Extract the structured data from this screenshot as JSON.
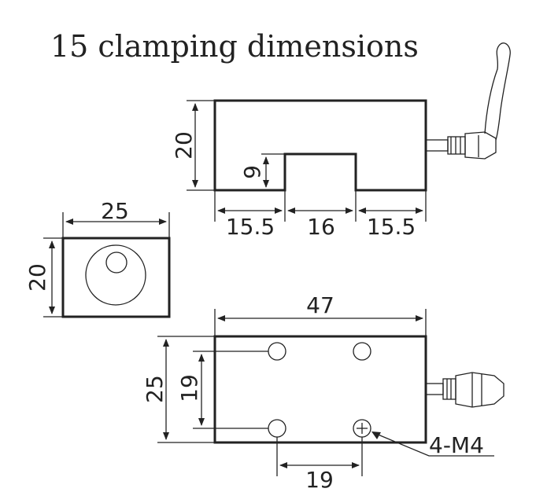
{
  "title": "15 clamping dimensions",
  "front_view": {
    "height": "20",
    "slot_depth": "9",
    "left_width": "15.5",
    "slot_width": "16",
    "right_width": "15.5"
  },
  "side_view": {
    "width": "25",
    "height": "20"
  },
  "top_view": {
    "length": "47",
    "width": "25",
    "hole_spacing_y": "19",
    "hole_spacing_x": "19",
    "hole_callout": "4-M4"
  }
}
